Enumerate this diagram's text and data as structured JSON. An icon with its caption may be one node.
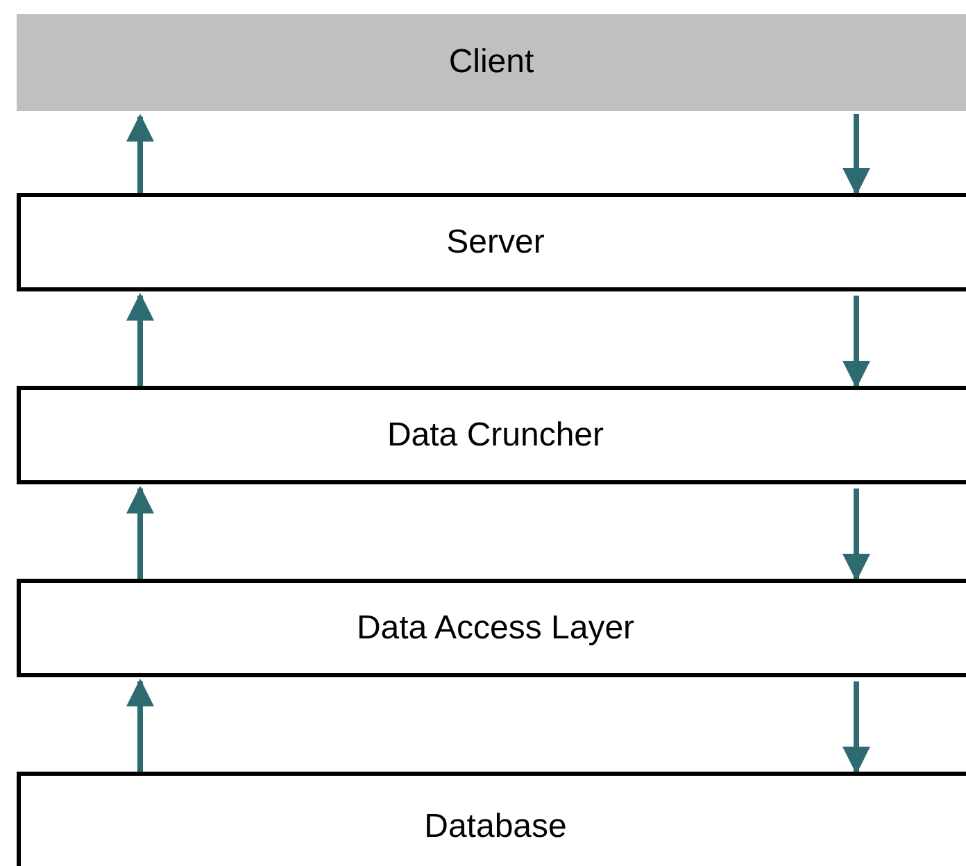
{
  "diagram": {
    "nodes": [
      {
        "text": [
          "Client"
        ]
      },
      {
        "text": [
          "Server"
        ]
      },
      {
        "text": [
          "Data Cruncher"
        ]
      },
      {
        "text": [
          "Data Access Layer"
        ]
      },
      {
        "text": [
          "Database"
        ]
      }
    ],
    "edges": [
      {
        "from": 1,
        "to": 0,
        "arrow": "to"
      },
      {
        "from": 0,
        "to": 1,
        "arrow": "to"
      },
      {
        "from": 2,
        "to": 1,
        "arrow": "to"
      },
      {
        "from": 1,
        "to": 2,
        "arrow": "to"
      },
      {
        "from": 3,
        "to": 2,
        "arrow": "to"
      },
      {
        "from": 2,
        "to": 3,
        "arrow": "to"
      },
      {
        "from": 4,
        "to": 3,
        "arrow": "to"
      },
      {
        "from": 3,
        "to": 4,
        "arrow": "to"
      }
    ]
  }
}
